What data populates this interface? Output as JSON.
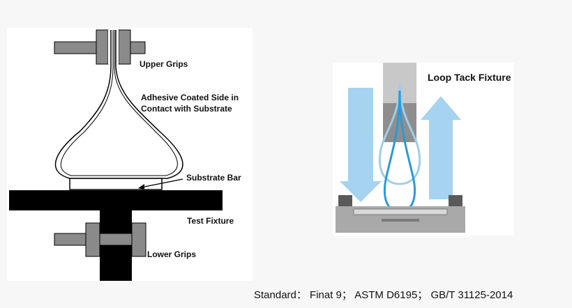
{
  "left_diagram": {
    "labels": {
      "upper_grips": "Upper Grips",
      "adhesive_line1": "Adhesive Coated Side in",
      "adhesive_line2": "Contact with Substrate",
      "substrate_bar": "Substrate Bar",
      "test_fixture": "Test Fixture",
      "lower_grips": "Lower Grips"
    },
    "colors": {
      "grip": "#8a8a8a",
      "fixture": "#000000",
      "line": "#000000"
    }
  },
  "right_diagram": {
    "title": "Loop Tack Fixture",
    "colors": {
      "arrow": "#a6d3f0",
      "loop": "#2a9ad8",
      "loop_faded": "#9fcde8",
      "grip_light": "#c8c8c8",
      "grip_dark": "#8e8e8e",
      "base": "#a9a9a9",
      "base_dark": "#5a5a5a"
    },
    "icons": [
      "down-arrow-icon",
      "up-arrow-icon"
    ]
  },
  "standard_text": "Standard： Finat 9； ASTM D6195； GB/T 31125-2014"
}
